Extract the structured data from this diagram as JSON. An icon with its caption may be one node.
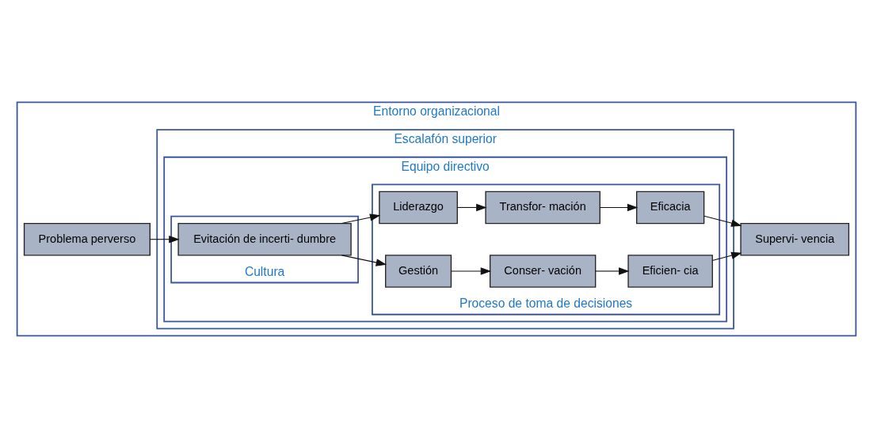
{
  "diagram": {
    "nodes": [
      {
        "text": [
          "Entorno organizacional"
        ]
      },
      {
        "text": [
          "Escalafón superior"
        ],
        "in": 0
      },
      {
        "text": [
          "Equipo directivo"
        ],
        "in": 1
      },
      {
        "text": [
          "Cultura"
        ],
        "in": 2
      },
      {
        "text": [
          "Evitación de incerti- dumbre"
        ],
        "in": 3
      },
      {
        "text": [
          "Proceso de toma de decisiones"
        ],
        "in": 2
      },
      {
        "text": [
          "Liderazgo"
        ],
        "in": 5
      },
      {
        "text": [
          "Transfor- mación"
        ],
        "in": 5
      },
      {
        "text": [
          "Eficacia"
        ],
        "in": 5
      },
      {
        "text": [
          "Gestión"
        ],
        "in": 5
      },
      {
        "text": [
          "Conser- vación"
        ],
        "in": 5
      },
      {
        "text": [
          "Eficien- cia"
        ],
        "in": 5
      },
      {
        "text": [
          "Problema perverso"
        ],
        "in": 0
      },
      {
        "text": [
          "Supervi- vencia"
        ],
        "in": 0
      }
    ],
    "edges": [
      {
        "from": 12,
        "to": 4,
        "arrow": "to"
      },
      {
        "from": 4,
        "to": 6,
        "arrow": "to"
      },
      {
        "from": 4,
        "to": 9,
        "arrow": "to"
      },
      {
        "from": 6,
        "to": 7,
        "arrow": "to"
      },
      {
        "from": 7,
        "to": 8,
        "arrow": "to"
      },
      {
        "from": 9,
        "to": 10,
        "arrow": "to"
      },
      {
        "from": 10,
        "to": 11,
        "arrow": "to"
      },
      {
        "from": 8,
        "to": 13,
        "arrow": "to"
      },
      {
        "from": 11,
        "to": 13,
        "arrow": "to"
      }
    ]
  }
}
